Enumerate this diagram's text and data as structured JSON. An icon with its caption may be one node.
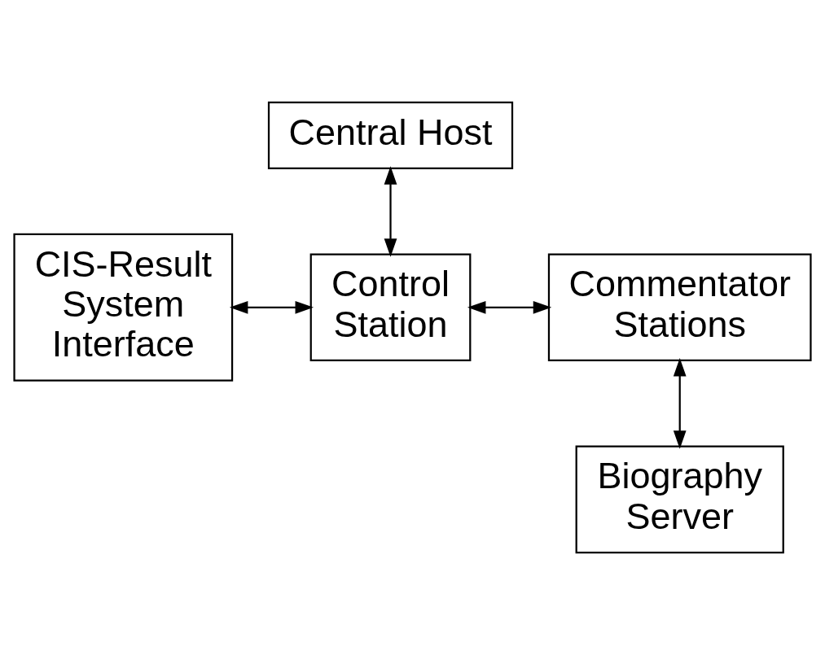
{
  "diagram": {
    "nodes": [
      {
        "text": [
          "Central Host"
        ]
      },
      {
        "text": [
          "CIS-Result System Interface"
        ]
      },
      {
        "text": [
          "Control Station"
        ]
      },
      {
        "text": [
          "Commentator Stations"
        ]
      },
      {
        "text": [
          "Biography Server"
        ]
      }
    ],
    "edges": [
      {
        "from": 0,
        "to": 2,
        "arrow": "both"
      },
      {
        "from": 1,
        "to": 2,
        "arrow": "both"
      },
      {
        "from": 2,
        "to": 3,
        "arrow": "both"
      },
      {
        "from": 3,
        "to": 4,
        "arrow": "both"
      }
    ]
  }
}
